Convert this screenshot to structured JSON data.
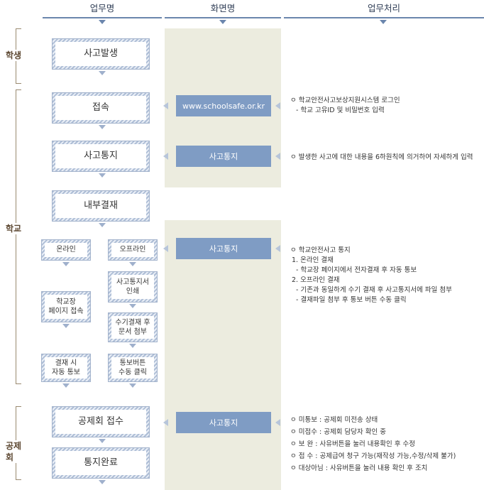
{
  "headers": {
    "col1": "업무명",
    "col2": "화면명",
    "col3": "업무처리"
  },
  "sections": {
    "student": "학생",
    "school": "학교",
    "mutual": "공제회"
  },
  "boxes": {
    "accident": "사고발생",
    "connect": "접속",
    "notify": "사고통지",
    "approval": "내부결재",
    "online": "온라인",
    "offline": "오프라인",
    "print_form": "사고통지서\n인쇄",
    "principal_page": "학교장\n페이지 접속",
    "manual_approval": "수기결재 후\n문서 첨부",
    "auto_notify": "결재 시\n자동 통보",
    "click_button": "통보버튼\n수동 클릭",
    "mutual_receive": "공제회 접수",
    "complete": "통지완료"
  },
  "screens": {
    "site": "www.schoolsafe.or.kr",
    "notify1": "사고통지",
    "notify2": "사고통지",
    "notify3": "사고통지"
  },
  "process": {
    "login": [
      "ㅇ 학교안전사고보상지원시스템 로그인",
      "- 학교 고유ID 및 비밀번호 입력"
    ],
    "notify": [
      "ㅇ 발생한 사고에 대한 내용을 6하원칙에 의거하여 자세하게 입력"
    ],
    "school_notice": [
      "ㅇ 학교안전사고 통지",
      "1. 온라인 결재",
      "- 학교장 페이지에서 전자결재 후 자동 통보",
      "2. 오프라인 결재",
      "- 기존과 동일하게 수기 결재 후 사고통지서에 파일 첨부",
      "- 결재파일 첨부 후 통보 버튼 수동 클릭"
    ],
    "status": [
      "ㅇ 미통보 : 공제회 미전송 상태",
      "ㅇ 미접수 : 공제회 담당자 확인 중",
      "ㅇ 보    완 : 사유버튼을 눌러 내용확인 후 수정",
      "ㅇ 접    수 : 공제급여 청구 가능(재작성 가능,수정/삭제 불가)",
      "ㅇ 대상아님 : 사유버튼을 눌러 내용 확인 후 조치"
    ]
  }
}
